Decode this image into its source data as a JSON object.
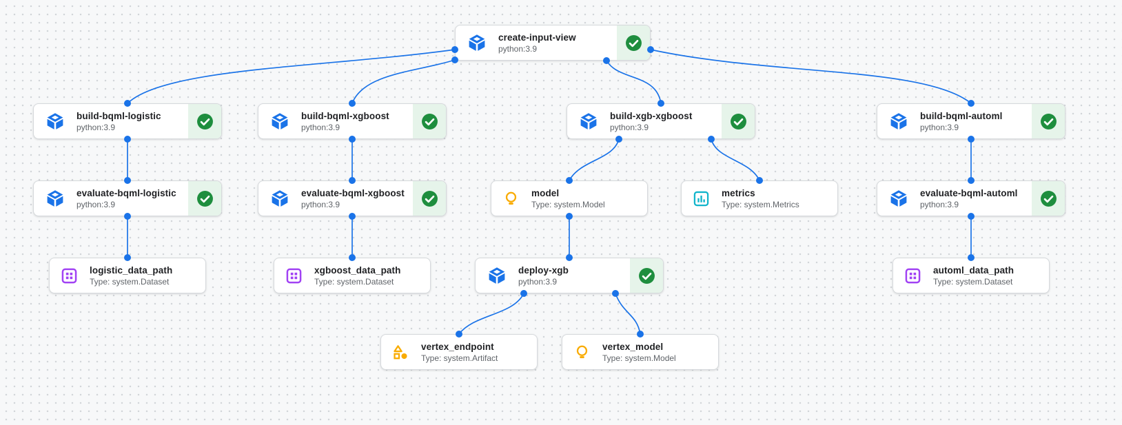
{
  "app": {
    "view": "pipeline-graph-canvas"
  },
  "colors": {
    "edge_blue": "#1a73e8",
    "success_green": "#1e8e3e",
    "success_section_bg": "#e6f4ea",
    "component_blue": "#1a73e8",
    "dataset_purple": "#a142f4",
    "model_yellow": "#f9ab00",
    "artifact_yellow": "#f9ab00",
    "metrics_cyan": "#12b5cb",
    "canvas_bg": "#f7f8f9",
    "grid_dot": "#d2d5d9"
  },
  "nodes": [
    {
      "id": "create-input-view",
      "title": "create-input-view",
      "subtitle": "python:3.9",
      "kind": "execution",
      "icon": "component-cube-icon",
      "status": "succeeded"
    },
    {
      "id": "build-bqml-logistic",
      "title": "build-bqml-logistic",
      "subtitle": "python:3.9",
      "kind": "execution",
      "icon": "component-cube-icon",
      "status": "succeeded"
    },
    {
      "id": "build-bqml-xgboost",
      "title": "build-bqml-xgboost",
      "subtitle": "python:3.9",
      "kind": "execution",
      "icon": "component-cube-icon",
      "status": "succeeded"
    },
    {
      "id": "build-xgb-xgboost",
      "title": "build-xgb-xgboost",
      "subtitle": "python:3.9",
      "kind": "execution",
      "icon": "component-cube-icon",
      "status": "succeeded"
    },
    {
      "id": "build-bqml-automl",
      "title": "build-bqml-automl",
      "subtitle": "python:3.9",
      "kind": "execution",
      "icon": "component-cube-icon",
      "status": "succeeded"
    },
    {
      "id": "evaluate-bqml-logistic",
      "title": "evaluate-bqml-logistic",
      "subtitle": "python:3.9",
      "kind": "execution",
      "icon": "component-cube-icon",
      "status": "succeeded"
    },
    {
      "id": "evaluate-bqml-xgboost",
      "title": "evaluate-bqml-xgboost",
      "subtitle": "python:3.9",
      "kind": "execution",
      "icon": "component-cube-icon",
      "status": "succeeded"
    },
    {
      "id": "model",
      "title": "model",
      "subtitle": "Type: system.Model",
      "kind": "artifact",
      "icon": "lightbulb-icon"
    },
    {
      "id": "metrics",
      "title": "metrics",
      "subtitle": "Type: system.Metrics",
      "kind": "artifact",
      "icon": "metrics-chart-icon"
    },
    {
      "id": "evaluate-bqml-automl",
      "title": "evaluate-bqml-automl",
      "subtitle": "python:3.9",
      "kind": "execution",
      "icon": "component-cube-icon",
      "status": "succeeded"
    },
    {
      "id": "logistic_data_path",
      "title": "logistic_data_path",
      "subtitle": "Type: system.Dataset",
      "kind": "artifact",
      "icon": "dataset-grid-icon"
    },
    {
      "id": "xgboost_data_path",
      "title": "xgboost_data_path",
      "subtitle": "Type: system.Dataset",
      "kind": "artifact",
      "icon": "dataset-grid-icon"
    },
    {
      "id": "deploy-xgb",
      "title": "deploy-xgb",
      "subtitle": "python:3.9",
      "kind": "execution",
      "icon": "component-cube-icon",
      "status": "succeeded"
    },
    {
      "id": "automl_data_path",
      "title": "automl_data_path",
      "subtitle": "Type: system.Dataset",
      "kind": "artifact",
      "icon": "dataset-grid-icon"
    },
    {
      "id": "vertex_endpoint",
      "title": "vertex_endpoint",
      "subtitle": "Type: system.Artifact",
      "kind": "artifact",
      "icon": "artifact-shapes-icon"
    },
    {
      "id": "vertex_model",
      "title": "vertex_model",
      "subtitle": "Type: system.Model",
      "kind": "artifact",
      "icon": "lightbulb-icon"
    }
  ],
  "edges": [
    {
      "from": "create-input-view",
      "to": "build-bqml-logistic"
    },
    {
      "from": "create-input-view",
      "to": "build-bqml-xgboost"
    },
    {
      "from": "create-input-view",
      "to": "build-xgb-xgboost"
    },
    {
      "from": "create-input-view",
      "to": "build-bqml-automl"
    },
    {
      "from": "build-bqml-logistic",
      "to": "evaluate-bqml-logistic"
    },
    {
      "from": "evaluate-bqml-logistic",
      "to": "logistic_data_path"
    },
    {
      "from": "build-bqml-xgboost",
      "to": "evaluate-bqml-xgboost"
    },
    {
      "from": "evaluate-bqml-xgboost",
      "to": "xgboost_data_path"
    },
    {
      "from": "build-xgb-xgboost",
      "to": "model"
    },
    {
      "from": "build-xgb-xgboost",
      "to": "metrics"
    },
    {
      "from": "model",
      "to": "deploy-xgb"
    },
    {
      "from": "deploy-xgb",
      "to": "vertex_endpoint"
    },
    {
      "from": "deploy-xgb",
      "to": "vertex_model"
    },
    {
      "from": "build-bqml-automl",
      "to": "evaluate-bqml-automl"
    },
    {
      "from": "evaluate-bqml-automl",
      "to": "automl_data_path"
    }
  ]
}
